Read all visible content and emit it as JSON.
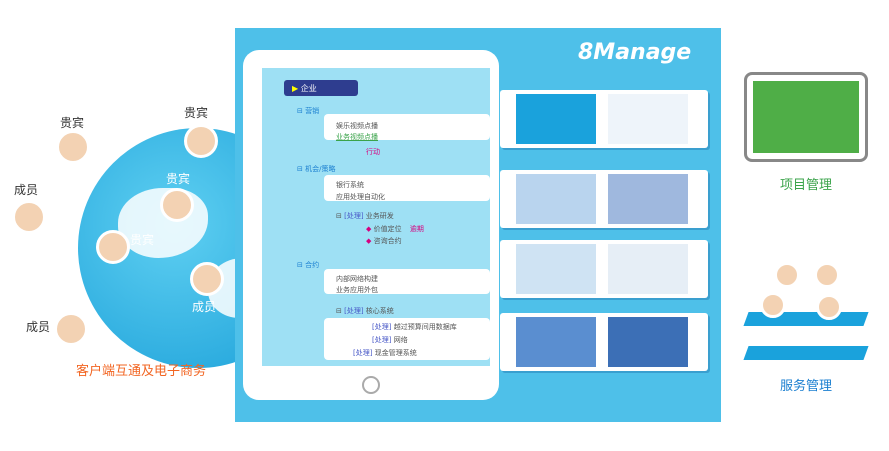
{
  "left": {
    "caption": "客户端互通及电子商务",
    "labels": [
      "贵宾",
      "贵宾",
      "成员",
      "成员",
      "贵宾",
      "贵宾",
      "成员"
    ]
  },
  "logo": "8Manage",
  "tree": {
    "root": "企业",
    "n1": "营销",
    "n1a": "娱乐视频点播",
    "n1b": "业务视频点播",
    "action": "行动",
    "n2": "机会/策略",
    "n2a": "银行系统",
    "n2b": "应用处理自动化",
    "tag": "[处理]",
    "n2c": "业务研发",
    "n2c1": "价值定位",
    "overdue": "逾期",
    "n2c2": "咨询合约",
    "n3": "合约",
    "n3a": "内部网络构建",
    "n3b": "业务应用外包",
    "n3c": "核心系统",
    "n3c1": "越过预算间用数据库",
    "n3c2": "网络",
    "n3d": "现金管理系统"
  },
  "right": {
    "project": "项目管理",
    "service": "服务管理"
  },
  "colors": {
    "panel": "#4ec0e9",
    "accent": "#f26522",
    "green": "#3aa34a",
    "magenta": "#d6007f"
  }
}
